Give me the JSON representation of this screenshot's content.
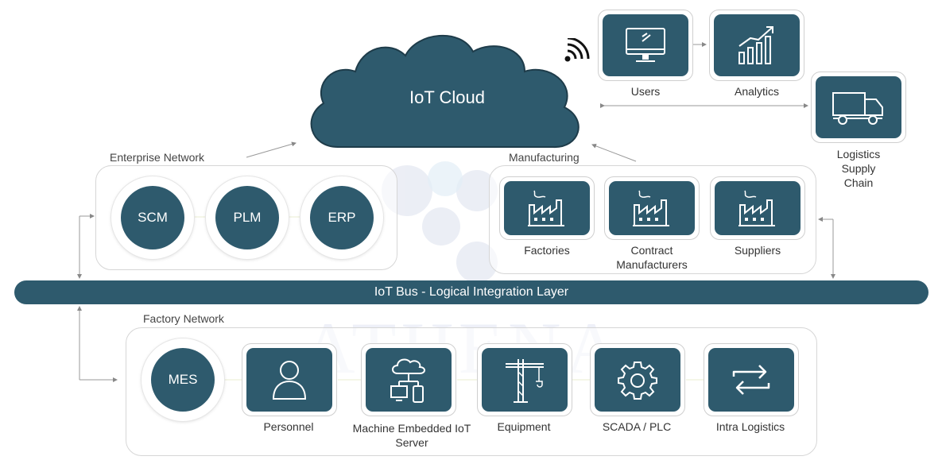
{
  "cloud": {
    "label": "IoT Cloud"
  },
  "bus": {
    "label": "IoT Bus - Logical Integration Layer"
  },
  "watermark": "ATHENA",
  "enterprise": {
    "title": "Enterprise Network",
    "nodes": [
      "SCM",
      "PLM",
      "ERP"
    ]
  },
  "manufacturing": {
    "title": "Manufacturing",
    "tiles": [
      {
        "label": "Factories",
        "icon": "factory-icon"
      },
      {
        "label": "Contract\nManufacturers",
        "icon": "factory-icon"
      },
      {
        "label": "Suppliers",
        "icon": "factory-icon"
      }
    ]
  },
  "external": {
    "users": {
      "label": "Users",
      "icon": "monitor-icon"
    },
    "analytics": {
      "label": "Analytics",
      "icon": "bar-chart-icon"
    },
    "logistics": {
      "label": "Logistics\nSupply\nChain",
      "icon": "truck-icon"
    }
  },
  "factory": {
    "title": "Factory Network",
    "mes": "MES",
    "tiles": [
      {
        "label": "Personnel",
        "icon": "person-icon"
      },
      {
        "label": "Machine Embedded IoT\nServer",
        "icon": "cloud-devices-icon"
      },
      {
        "label": "Equipment",
        "icon": "crane-icon"
      },
      {
        "label": "SCADA / PLC",
        "icon": "gear-icon"
      },
      {
        "label": "Intra Logistics",
        "icon": "swap-arrows-icon"
      }
    ]
  },
  "colors": {
    "primary": "#2e5a6d",
    "border": "#d6d6d6"
  }
}
